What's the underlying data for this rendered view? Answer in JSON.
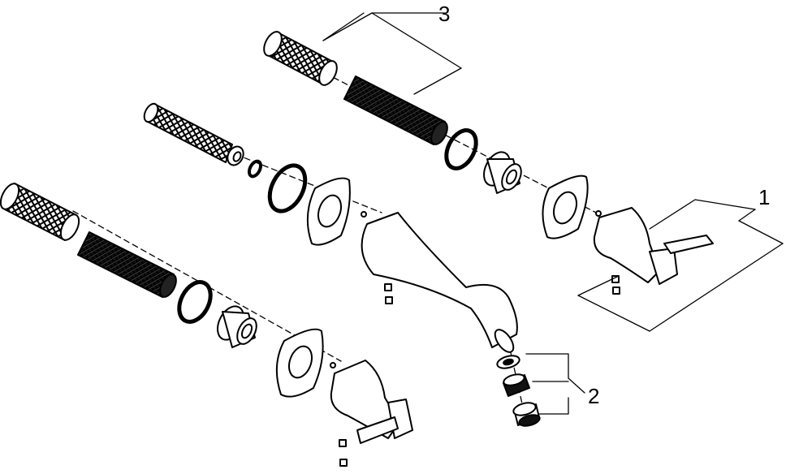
{
  "diagram": {
    "callouts": {
      "one": "1",
      "two": "2",
      "three": "3"
    },
    "colors": {
      "line": "#000000",
      "fill": "#ffffff",
      "dark": "#1a1a1a"
    }
  }
}
